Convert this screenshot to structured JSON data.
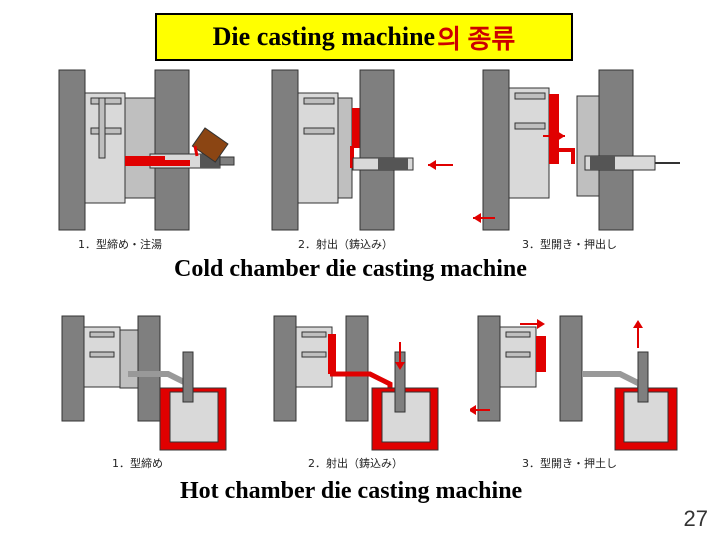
{
  "title": {
    "main": "Die casting machine",
    "ko": "의 종류"
  },
  "cold": {
    "caption": "Cold chamber die casting machine",
    "steps": [
      "1．型締め・注湯",
      "2．射出（鋳込み）",
      "3．型開き・押出し"
    ]
  },
  "hot": {
    "caption": "Hot chamber die casting machine",
    "steps": [
      "1．型締め",
      "2．射出（鋳込み）",
      "3．型開き・押土し"
    ]
  },
  "page_number": "27",
  "colors": {
    "metal": "#e00000",
    "steel": "#7f7f7f",
    "light": "#d9d9d9",
    "title_bg": "#ffff00"
  }
}
